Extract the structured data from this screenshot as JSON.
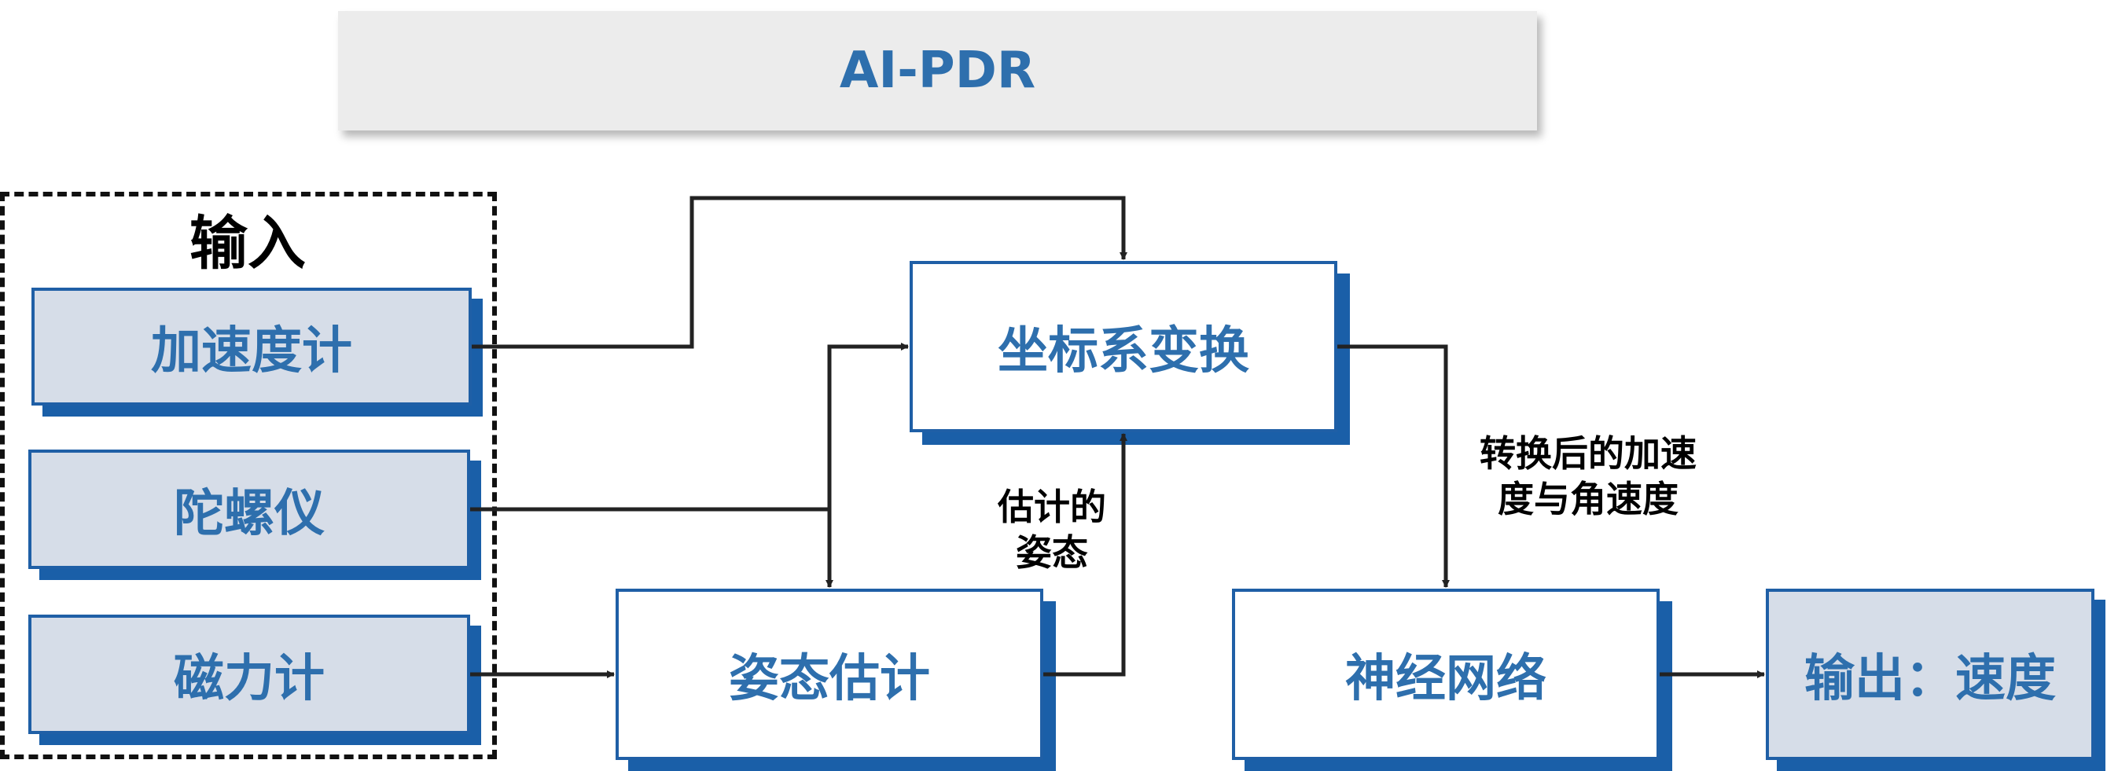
{
  "title": "AI-PDR",
  "input_group": {
    "label": "输入"
  },
  "inputs": {
    "accelerometer": "加速度计",
    "gyroscope": "陀螺仪",
    "magnetometer": "磁力计"
  },
  "nodes": {
    "coord_transform": "坐标系变换",
    "attitude_estimation": "姿态估计",
    "neural_network": "神经网络",
    "output": "输出：速度"
  },
  "edge_labels": {
    "estimated_attitude": [
      "估计的",
      "姿态"
    ],
    "transformed_signals": [
      "转换后的加速",
      "度与角速度"
    ]
  },
  "colors": {
    "box_border": "#1f5fa6",
    "box_shadow": "#1a5fa8",
    "box_fill_input": "#d6dde8",
    "text_blue": "#2e6fad",
    "title_bg": "#ececec",
    "arrow": "#222222"
  }
}
